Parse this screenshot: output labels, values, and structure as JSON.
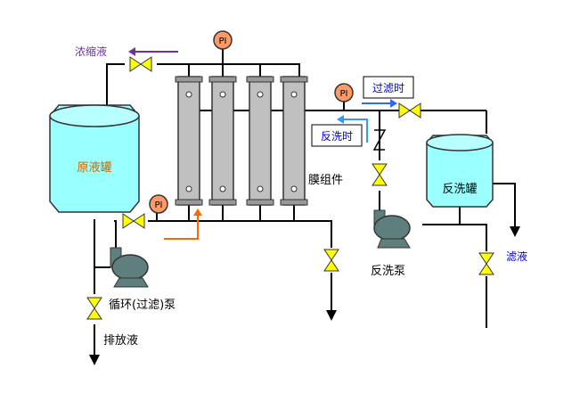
{
  "labels": {
    "concentrate": "浓缩液",
    "raw_tank": "原液罐",
    "membrane_module": "膜组件",
    "filtering": "过滤时",
    "backwash": "反洗时",
    "backwash_tank": "反洗罐",
    "backwash_pump": "反洗泵",
    "filtrate": "滤液",
    "circulation_pump": "循环(过滤)泵",
    "drain": "排放液",
    "pi": "PI"
  },
  "colors": {
    "tank_fill": "#99ffff",
    "tank_stroke": "#333333",
    "module_fill": "#c0c0c0",
    "pump_fill": "#5f7f7f",
    "valve_fill": "#ffff00",
    "gauge_fill": "#ff9966",
    "concentrate_color": "#7030a0",
    "filtrate_color": "#0000cc",
    "inlet_arrow_color": "#ff6600",
    "filter_arrow_color": "#3366ff",
    "backwash_arrow_color": "#3399ff",
    "tank_label_color": "#cc6600"
  }
}
